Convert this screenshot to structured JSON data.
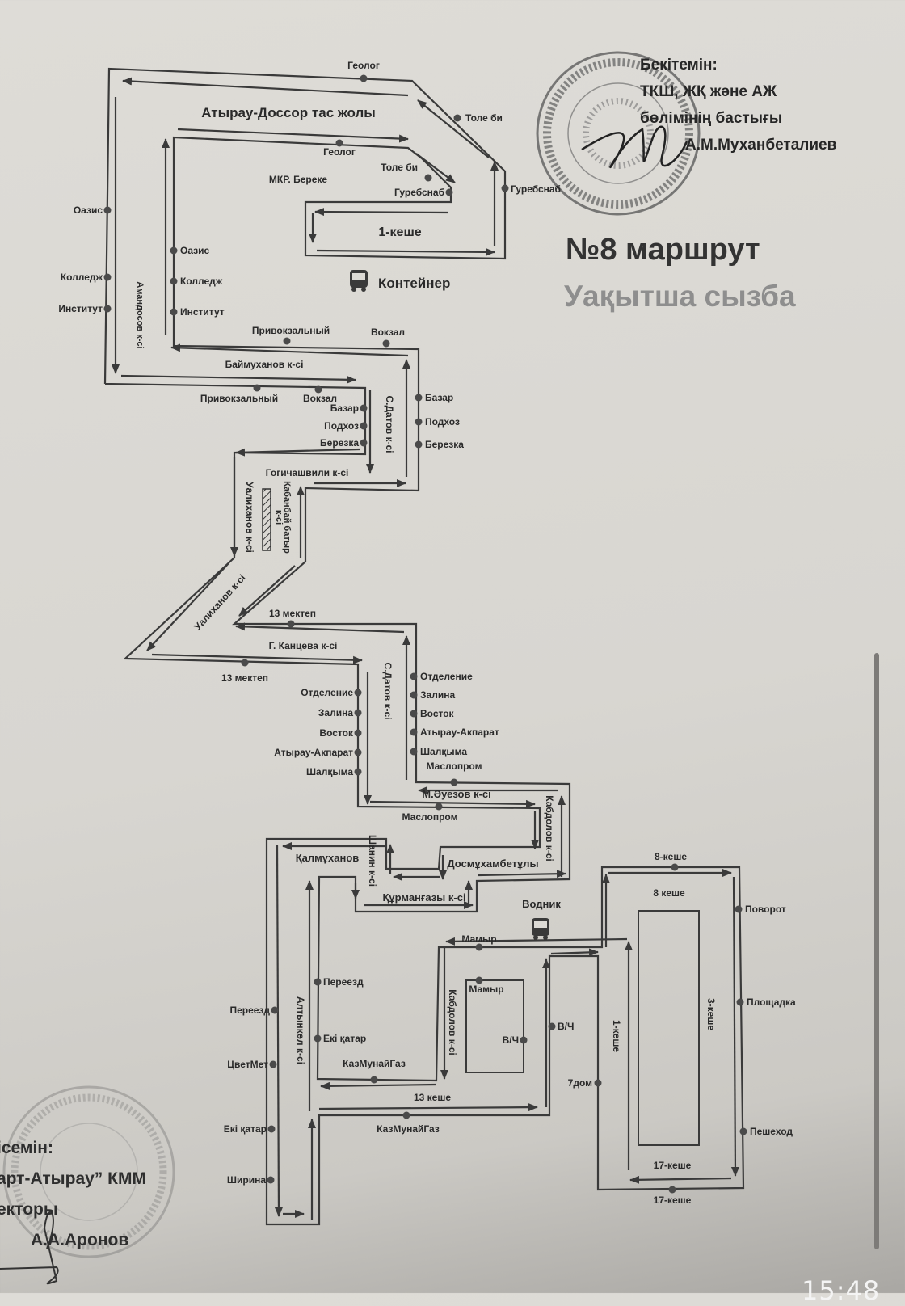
{
  "approval_top": {
    "title": "Бекітемін:",
    "line1": "ТКШ, ЖҚ және АЖ",
    "line2": "бөлімінің бастығы",
    "name": "А.М.Муханбеталиев"
  },
  "route": {
    "title": "№8 маршрут",
    "subtitle": "Уақытша сызба"
  },
  "approval_bottom": {
    "title": "ісемін:",
    "line1": "арт-Атырау” КММ",
    "line2": "екторы",
    "name": "А.А.Аронов"
  },
  "landmarks": {
    "terminal_1": "Контейнер",
    "terminal_2": "Водник",
    "district": "МКР. Береке"
  },
  "stops": [
    "Геолог",
    "Толе би",
    "Гуребснаб",
    "Геолог",
    "Толе би",
    "Гуребснаб",
    "Оазис",
    "Колледж",
    "Институт",
    "Оазис",
    "Колледж",
    "Институт",
    "Привокзальный",
    "Вокзал",
    "Привокзальный",
    "Вокзал",
    "Базар",
    "Подхоз",
    "Березка",
    "Базар",
    "Подхоз",
    "Березка",
    "13 мектеп",
    "13 мектеп",
    "Отделение",
    "Залина",
    "Восток",
    "Атырау-Акпарат",
    "Шалқыма",
    "Отделение",
    "Залина",
    "Восток",
    "Атырау-Акпарат",
    "Шалқыма",
    "Маслопром",
    "Маслопром",
    "Мамыр",
    "Мамыр",
    "В/Ч",
    "В/Ч",
    "Переезд",
    "Екі қатар",
    "КазМунайГаз",
    "КазМунайГаз",
    "Переезд",
    "ЦветМет",
    "Екі қатар",
    "Ширина",
    "8-кеше",
    "Поворот",
    "Площадка",
    "Пешеход",
    "7дом",
    "17-кеше"
  ],
  "streets": [
    "Атырау-Доссор тас жолы",
    "1-кеше",
    "Амандосов к-сі",
    "Баймуханов к-сі",
    "С.Датов к-сі",
    "Гогичашвили к-сі",
    "Уалиханов к-сі",
    "Кабанбай батыр",
    "к-сі",
    "Уалиханов к-сі",
    "Г. Канцева к-сі",
    "С.Датов к-сі",
    "М.Әуезов к-сі",
    "Кабдолов к-сі",
    "Қалмұханов",
    "Шанин к-сі",
    "Досмұхамбетұлы",
    "Құрманғазы к-сі",
    "Кабдолов к-сі",
    "Алтынкөл к-сі",
    "13 кеше",
    "8 кеше",
    "3-кеше",
    "1-кеше",
    "17-кеше"
  ],
  "status_bar": {
    "clock": "15:48"
  },
  "colors": {
    "line": "#3a3a3a",
    "paper": "#dcdad5",
    "subtitle": "#8e8e8e"
  }
}
